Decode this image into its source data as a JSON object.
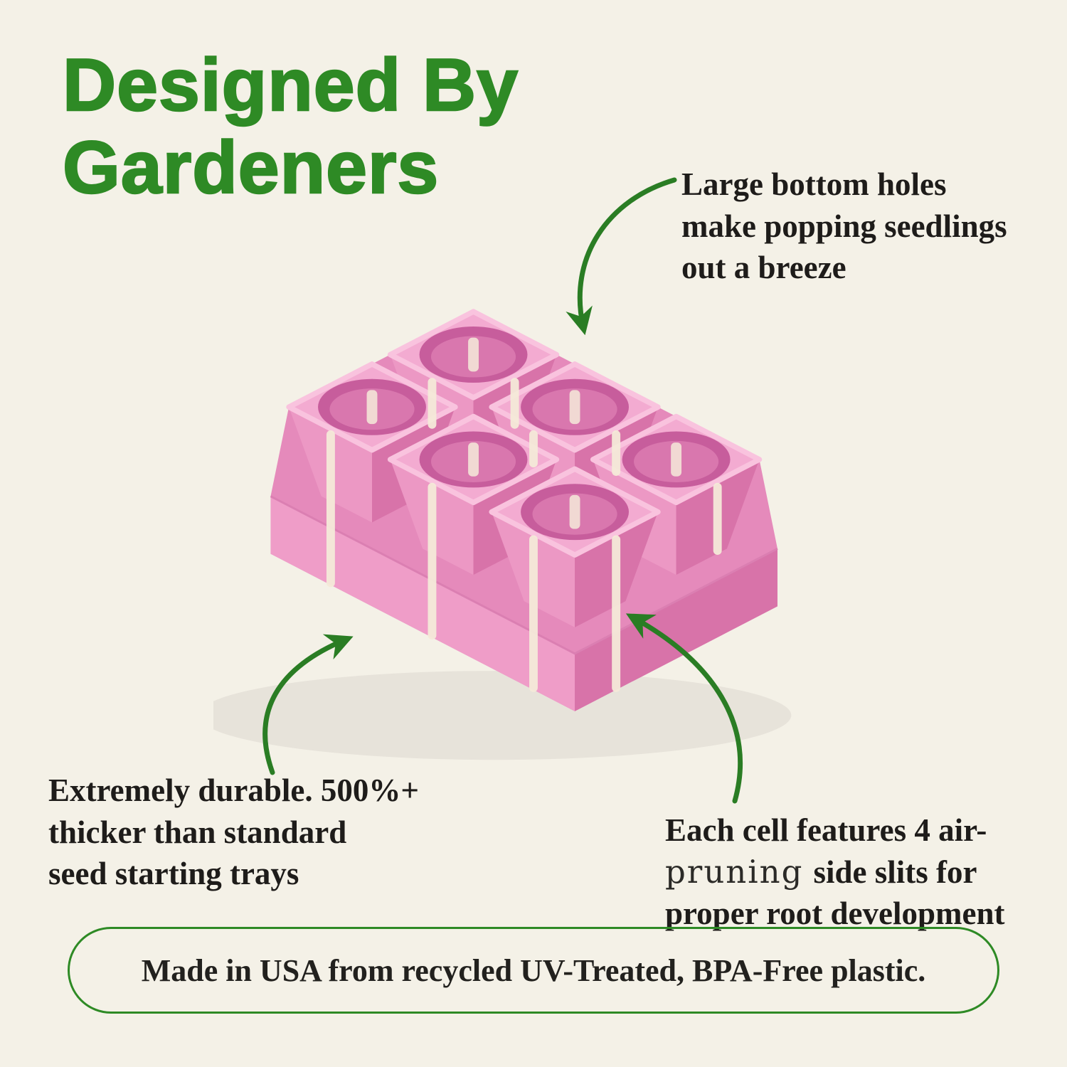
{
  "title": {
    "lines": [
      "Designed By",
      "Gardeners"
    ]
  },
  "callouts": {
    "top_right": {
      "lines": [
        "Large bottom holes",
        "make popping seedlings",
        "out a breeze"
      ]
    },
    "bottom_left": {
      "lines": [
        "Extremely durable. 500%+",
        "thicker than standard",
        "seed starting trays"
      ]
    },
    "bottom_right": {
      "line1": "Each cell features 4 air-",
      "line2_highlight": "pruning",
      "line2_rest": "side slits for",
      "line3": "proper root development"
    }
  },
  "footer": {
    "text": "Made in USA from recycled UV-Treated, BPA-Free plastic."
  },
  "illustration": {
    "label": "pink 6-cell seed starting tray shown upside down",
    "cell_count": 6
  },
  "colors": {
    "background": "#f4f1e7",
    "accent_green": "#2e8a25",
    "arrow_green": "#2a7d24",
    "tray_pink": "#ef9bc6",
    "text": "#1e1c1a"
  }
}
